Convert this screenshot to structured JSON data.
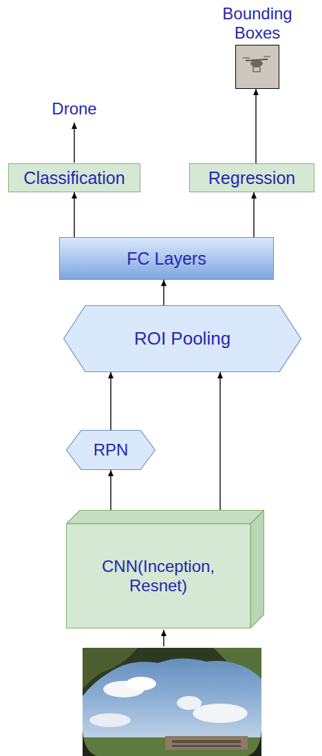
{
  "diagram": {
    "nodes": [
      {
        "text": [
          "Bounding Boxes"
        ]
      },
      {
        "text": [
          "Classification"
        ]
      },
      {
        "text": [
          "Regression"
        ]
      },
      {
        "text": [
          "FC Layers"
        ]
      },
      {
        "text": [
          "ROI Pooling"
        ]
      },
      {
        "text": [
          "RPN"
        ]
      },
      {
        "text": [
          "CNN(Inception, Resnet)"
        ]
      }
    ],
    "edges": [
      {
        "from": 2,
        "to": 0,
        "arrow": "to"
      },
      {
        "from": 3,
        "to": 1,
        "arrow": "to"
      },
      {
        "from": 3,
        "to": 2,
        "arrow": "to"
      },
      {
        "from": 4,
        "to": 3,
        "arrow": "to"
      },
      {
        "from": 5,
        "to": 4,
        "arrow": "to"
      },
      {
        "from": 6,
        "to": 5,
        "arrow": "to"
      },
      {
        "from": 6,
        "to": 4,
        "arrow": "to"
      }
    ],
    "labels": [
      "Drone"
    ]
  }
}
